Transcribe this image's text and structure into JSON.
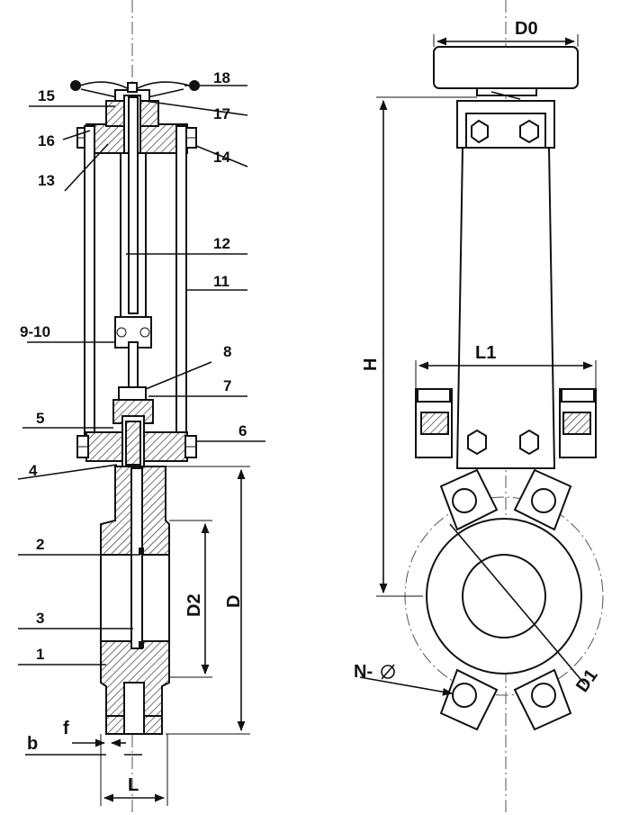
{
  "colors": {
    "line": "#111111",
    "background": "#ffffff",
    "hatch": "#333333"
  },
  "left_view": {
    "part_labels": {
      "p1": "1",
      "p2": "2",
      "p3": "3",
      "p4": "4",
      "p5": "5",
      "p6": "6",
      "p7": "7",
      "p8": "8",
      "p9_10": "9-10",
      "p11": "11",
      "p12": "12",
      "p13": "13",
      "p14": "14",
      "p15": "15",
      "p16": "16",
      "p17": "17",
      "p18": "18"
    },
    "dimensions": {
      "D": "D",
      "D2": "D2",
      "L": "L",
      "b": "b",
      "f": "f"
    }
  },
  "right_view": {
    "dimensions": {
      "D0": "D0",
      "H": "H",
      "L1": "L1",
      "D1": "D1",
      "N_hole": "N-"
    }
  }
}
